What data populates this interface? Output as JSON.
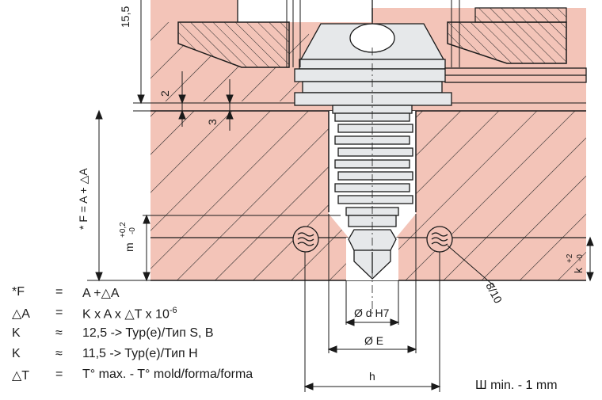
{
  "dimensions": {
    "d_15_5": "15,5",
    "d_2": "2",
    "d_3": "3",
    "f_formula": "* F = A +   △A",
    "m_tol": "m",
    "m_plus": "+0,2",
    "m_minus": "-0",
    "k_tol": "k",
    "k_plus": "+2",
    "k_minus": "-0",
    "angle": "8/10",
    "d_h7": "Ø d H7",
    "d_e": "Ø E",
    "h": "h"
  },
  "legend": [
    {
      "sym": "*F",
      "op": "=",
      "val": "A +△A",
      "sup": ""
    },
    {
      "sym": "△A",
      "op": "=",
      "val": "K x A x △T x 10",
      "sup": "-6"
    },
    {
      "sym": "K",
      "op": "≈",
      "val": "12,5 -> Typ(e)/Тип S, B",
      "sup": ""
    },
    {
      "sym": "K",
      "op": "≈",
      "val": "11,5 -> Typ(e)/Тип H",
      "sup": ""
    },
    {
      "sym": "△T",
      "op": "=",
      "val": "T° max. - T° mold/forma/forma",
      "sup": ""
    }
  ],
  "note": "Ш min. - 1 mm",
  "colors": {
    "plate": "#f3c4b8",
    "hatch": "#2a2a2a",
    "line": "#1a1a1a",
    "nozzle": "#e6e8ea"
  }
}
